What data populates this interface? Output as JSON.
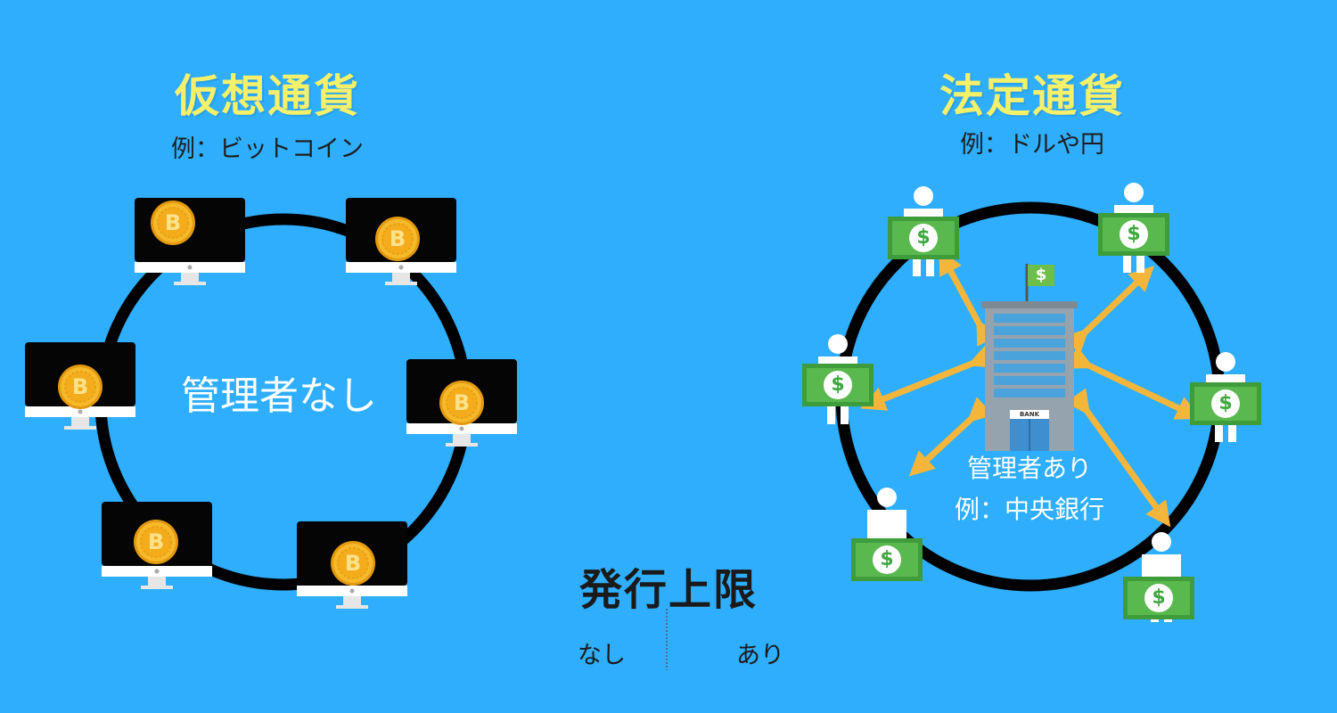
{
  "left": {
    "title": "仮想通貨",
    "example": "例：ビットコイン",
    "center_label": "管理者なし"
  },
  "right": {
    "title": "法定通貨",
    "example": "例：ドルや円",
    "center_label": "管理者あり",
    "center_example": "例：中央銀行",
    "bank_sign": "BANK",
    "currency_symbol": "$"
  },
  "bottom": {
    "title": "発行上限",
    "left_value": "なし",
    "right_value": "あり"
  },
  "bitcoin_symbol": "B",
  "colors": {
    "background": "#2eaefc",
    "title_yellow": "#f5f06a",
    "coin_gold": "#f5b21f",
    "arrow_orange": "#f4b63a",
    "bill_green": "#3fa83f"
  }
}
